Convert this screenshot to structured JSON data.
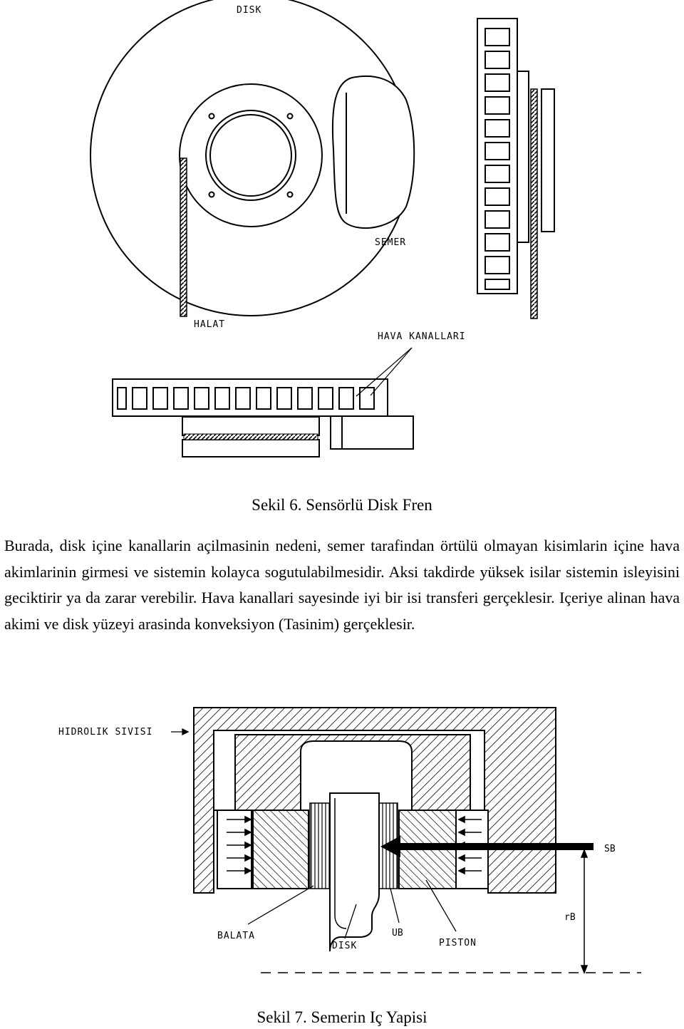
{
  "figure6": {
    "labels": {
      "disk": "DISK",
      "semer": "SEMER",
      "halat": "HALAT",
      "hava_kanallari": "HAVA KANALLARI"
    },
    "caption": "Sekil 6. Sensörlü Disk Fren"
  },
  "body_text": "Burada, disk içine kanallarin açilmasinin nedeni, semer tarafindan örtülü olmayan kisimlarin içine hava akimlarinin girmesi ve sistemin kolayca sogutulabilmesidir. Aksi takdirde yüksek isilar sistemin isleyisini geciktirir ya da zarar verebilir. Hava kanallari sayesinde iyi bir isi transferi gerçeklesir. Içeriye alinan hava akimi ve disk yüzeyi arasinda konveksiyon (Tasinim) gerçeklesir.",
  "figure7": {
    "labels": {
      "hidrolik_sivisi": "HIDROLIK SIVISI",
      "sb": "SB",
      "rb": "rB",
      "balata": "BALATA",
      "disk": "DISK",
      "ub": "UB",
      "piston": "PISTON"
    },
    "caption": "Sekil 7. Semerin Iç Yapisi"
  }
}
